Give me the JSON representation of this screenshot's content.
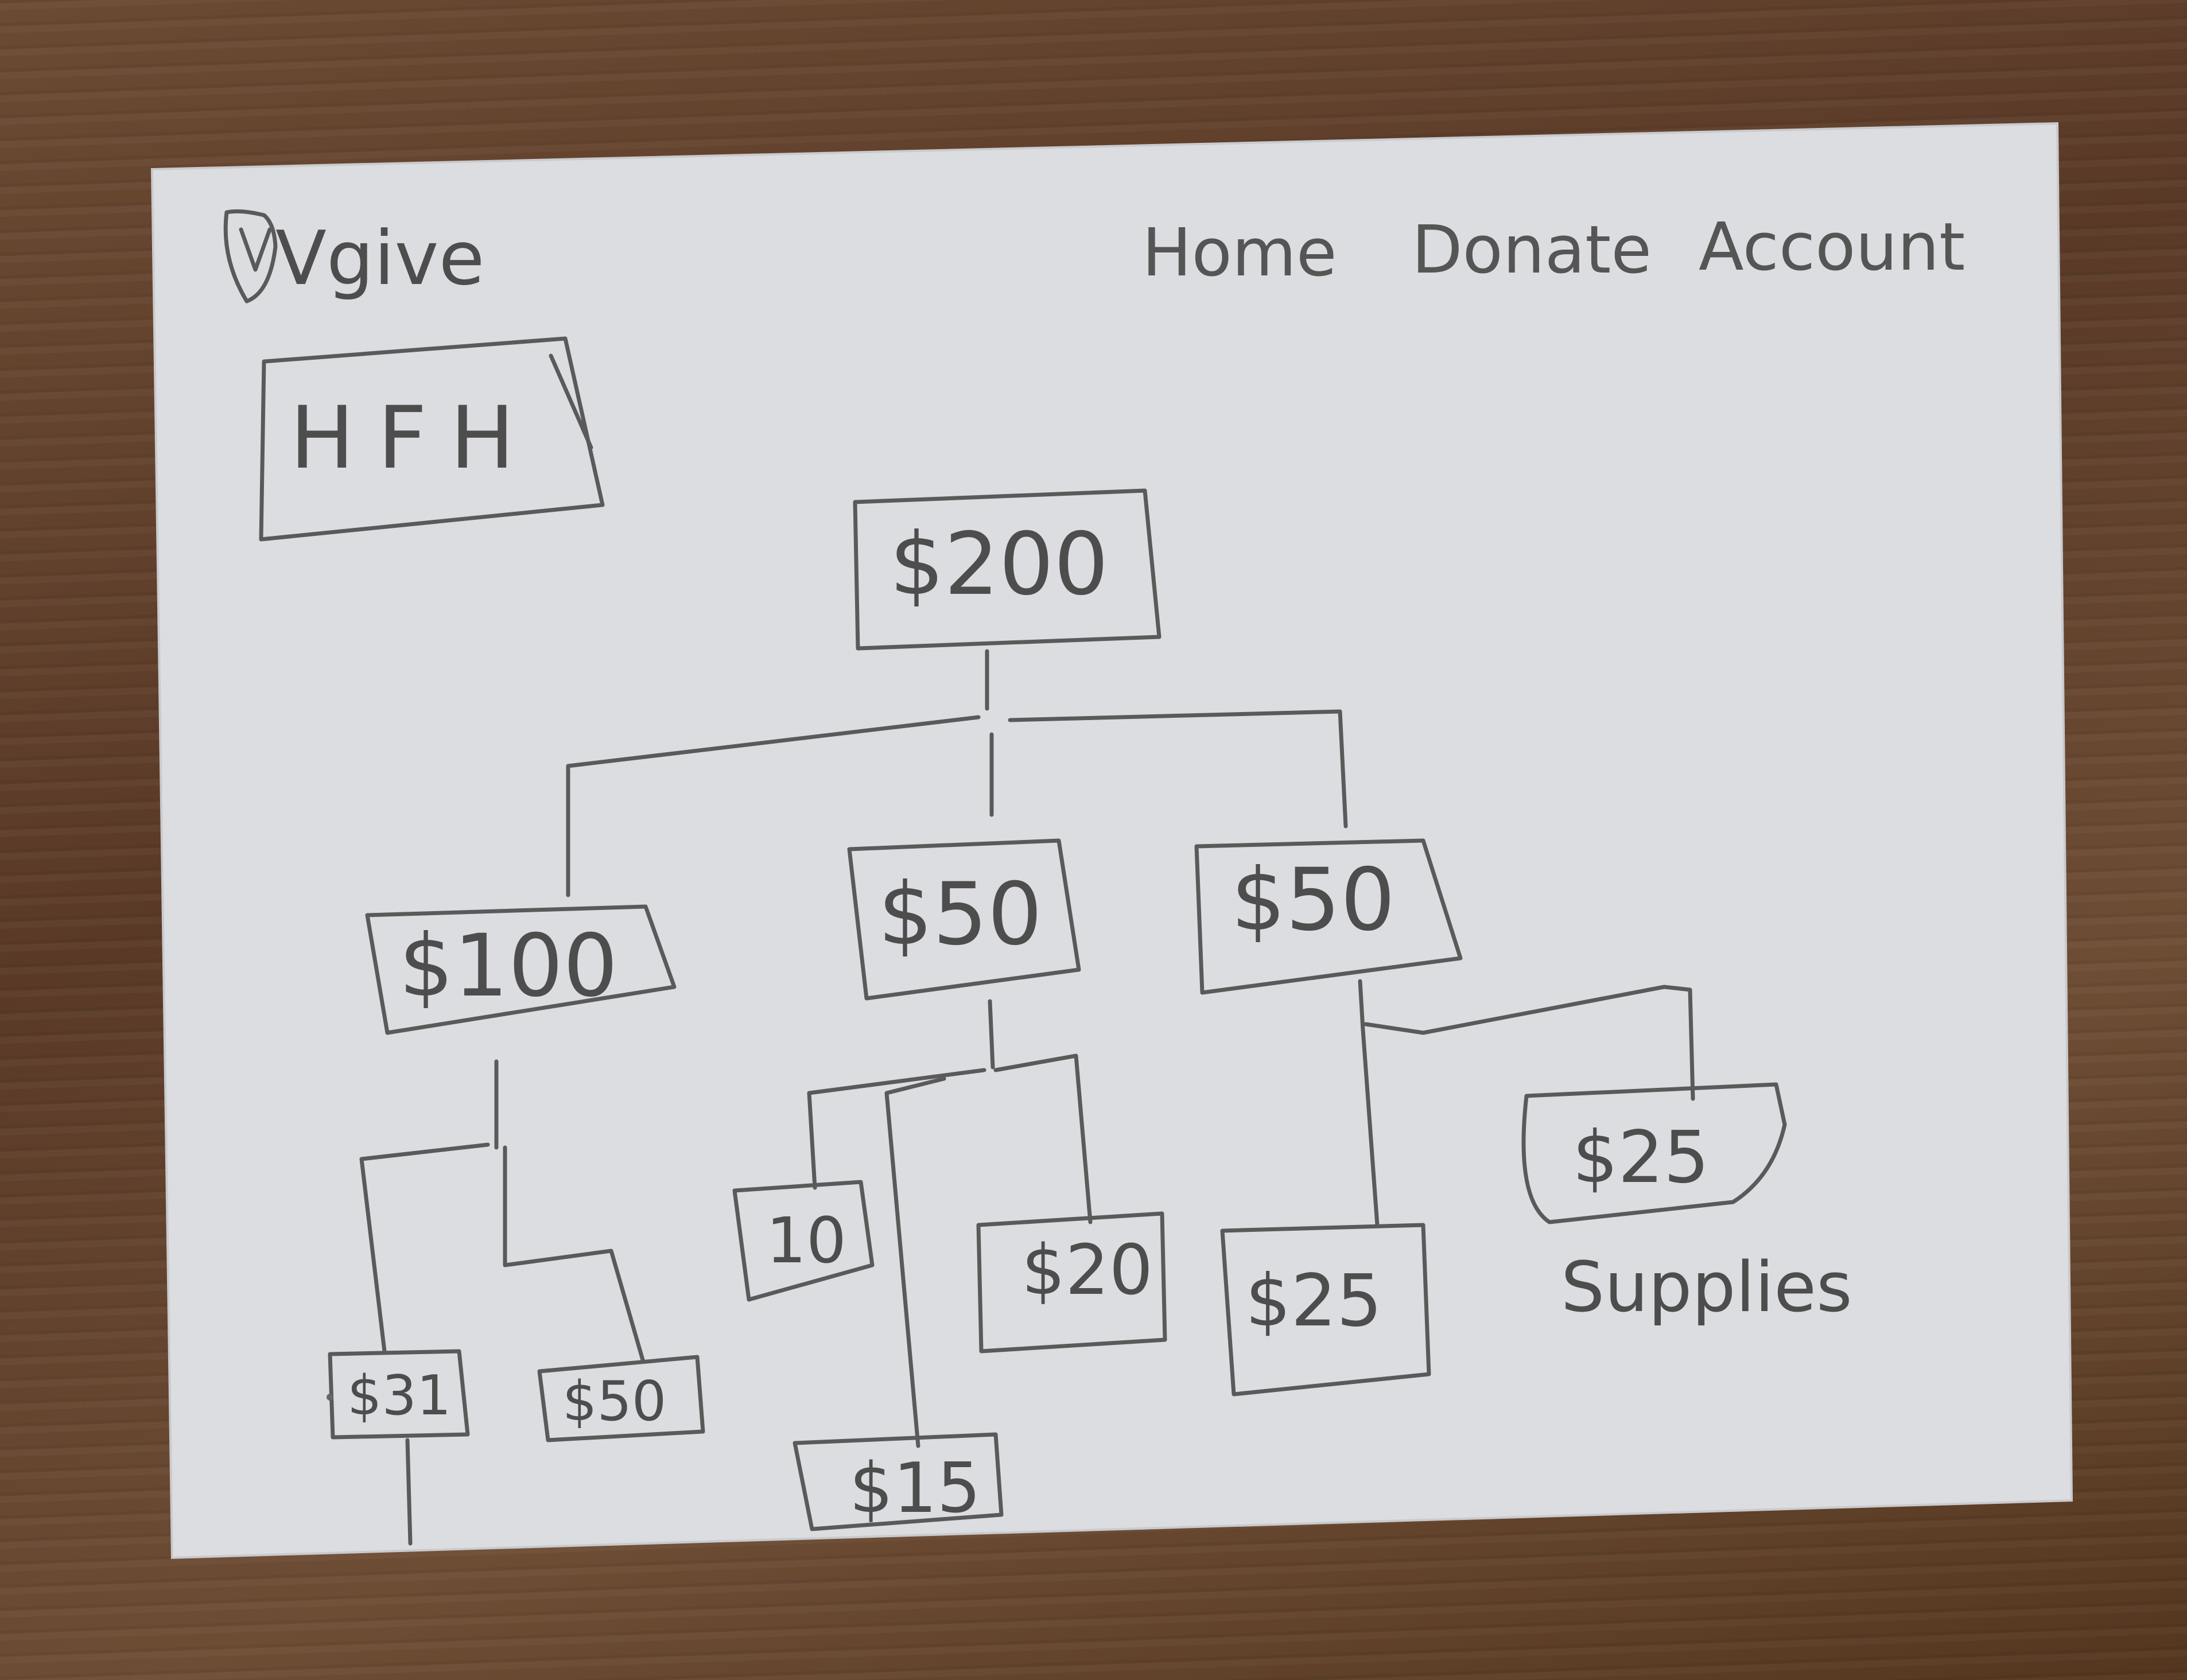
{
  "header": {
    "logo_text": "Vgive",
    "nav": [
      "Home",
      "Donate",
      "Account"
    ]
  },
  "org_box": "HFH",
  "tree": {
    "root": "$200",
    "level1": [
      "$100",
      "$50",
      "$50"
    ],
    "level2_a": [
      "$31",
      "$50"
    ],
    "level2_b": [
      "10",
      "$15",
      "$20"
    ],
    "level2_c": [
      "$25",
      "$25"
    ],
    "supplies_label": "Supplies"
  }
}
